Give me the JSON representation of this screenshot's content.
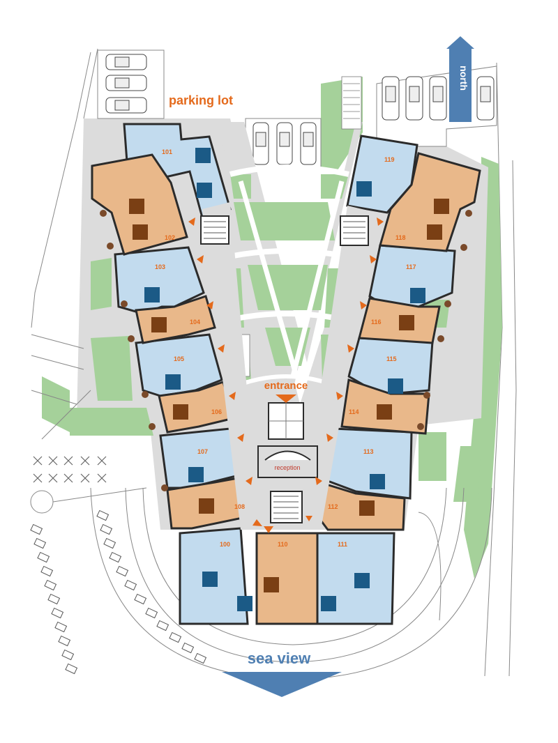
{
  "labels": {
    "parking_lot": "parking lot",
    "north": "north",
    "entrance": "entrance",
    "reception": "reception",
    "sea_view": "sea view"
  },
  "rooms": [
    "100",
    "101",
    "102",
    "103",
    "104",
    "105",
    "106",
    "107",
    "108",
    "110",
    "111",
    "112",
    "113",
    "114",
    "115",
    "116",
    "117",
    "118",
    "119"
  ],
  "colors": {
    "room_blue": "#c2dbee",
    "room_orange": "#e9b88a",
    "bed_blue": "#1b5a86",
    "bed_brown": "#7a3f14",
    "lawn": "#a5d19a",
    "paving": "#dcdcdc",
    "wall": "#2b2b2b",
    "accent_orange": "#e46a1c",
    "sea_blue": "#4f7fb2"
  }
}
